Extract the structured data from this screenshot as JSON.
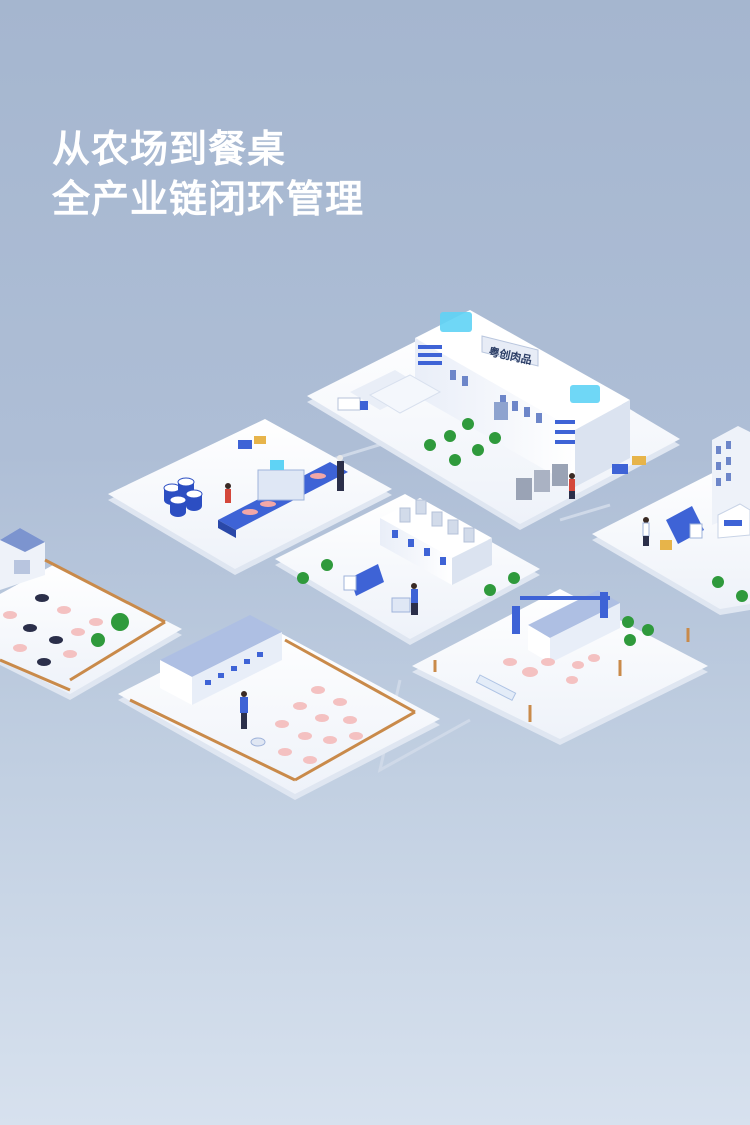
{
  "headline": {
    "line1": "从农场到餐桌",
    "line2": "全产业链闭环管理"
  },
  "factory_sign": "粤创肉品",
  "colors": {
    "background_top": "#a5b6cf",
    "background_bottom": "#d7e1ee",
    "platform": "#f7f9fd",
    "platform_shadow": "#dfe6f1",
    "accent_blue": "#3e63d6",
    "fence": "#c98a4a",
    "tree": "#2f9a3c"
  },
  "icons": [
    "pig-icon",
    "person-icon",
    "truck-icon",
    "tree-icon",
    "building-icon",
    "fence-icon",
    "conveyor-icon",
    "barrel-icon"
  ]
}
